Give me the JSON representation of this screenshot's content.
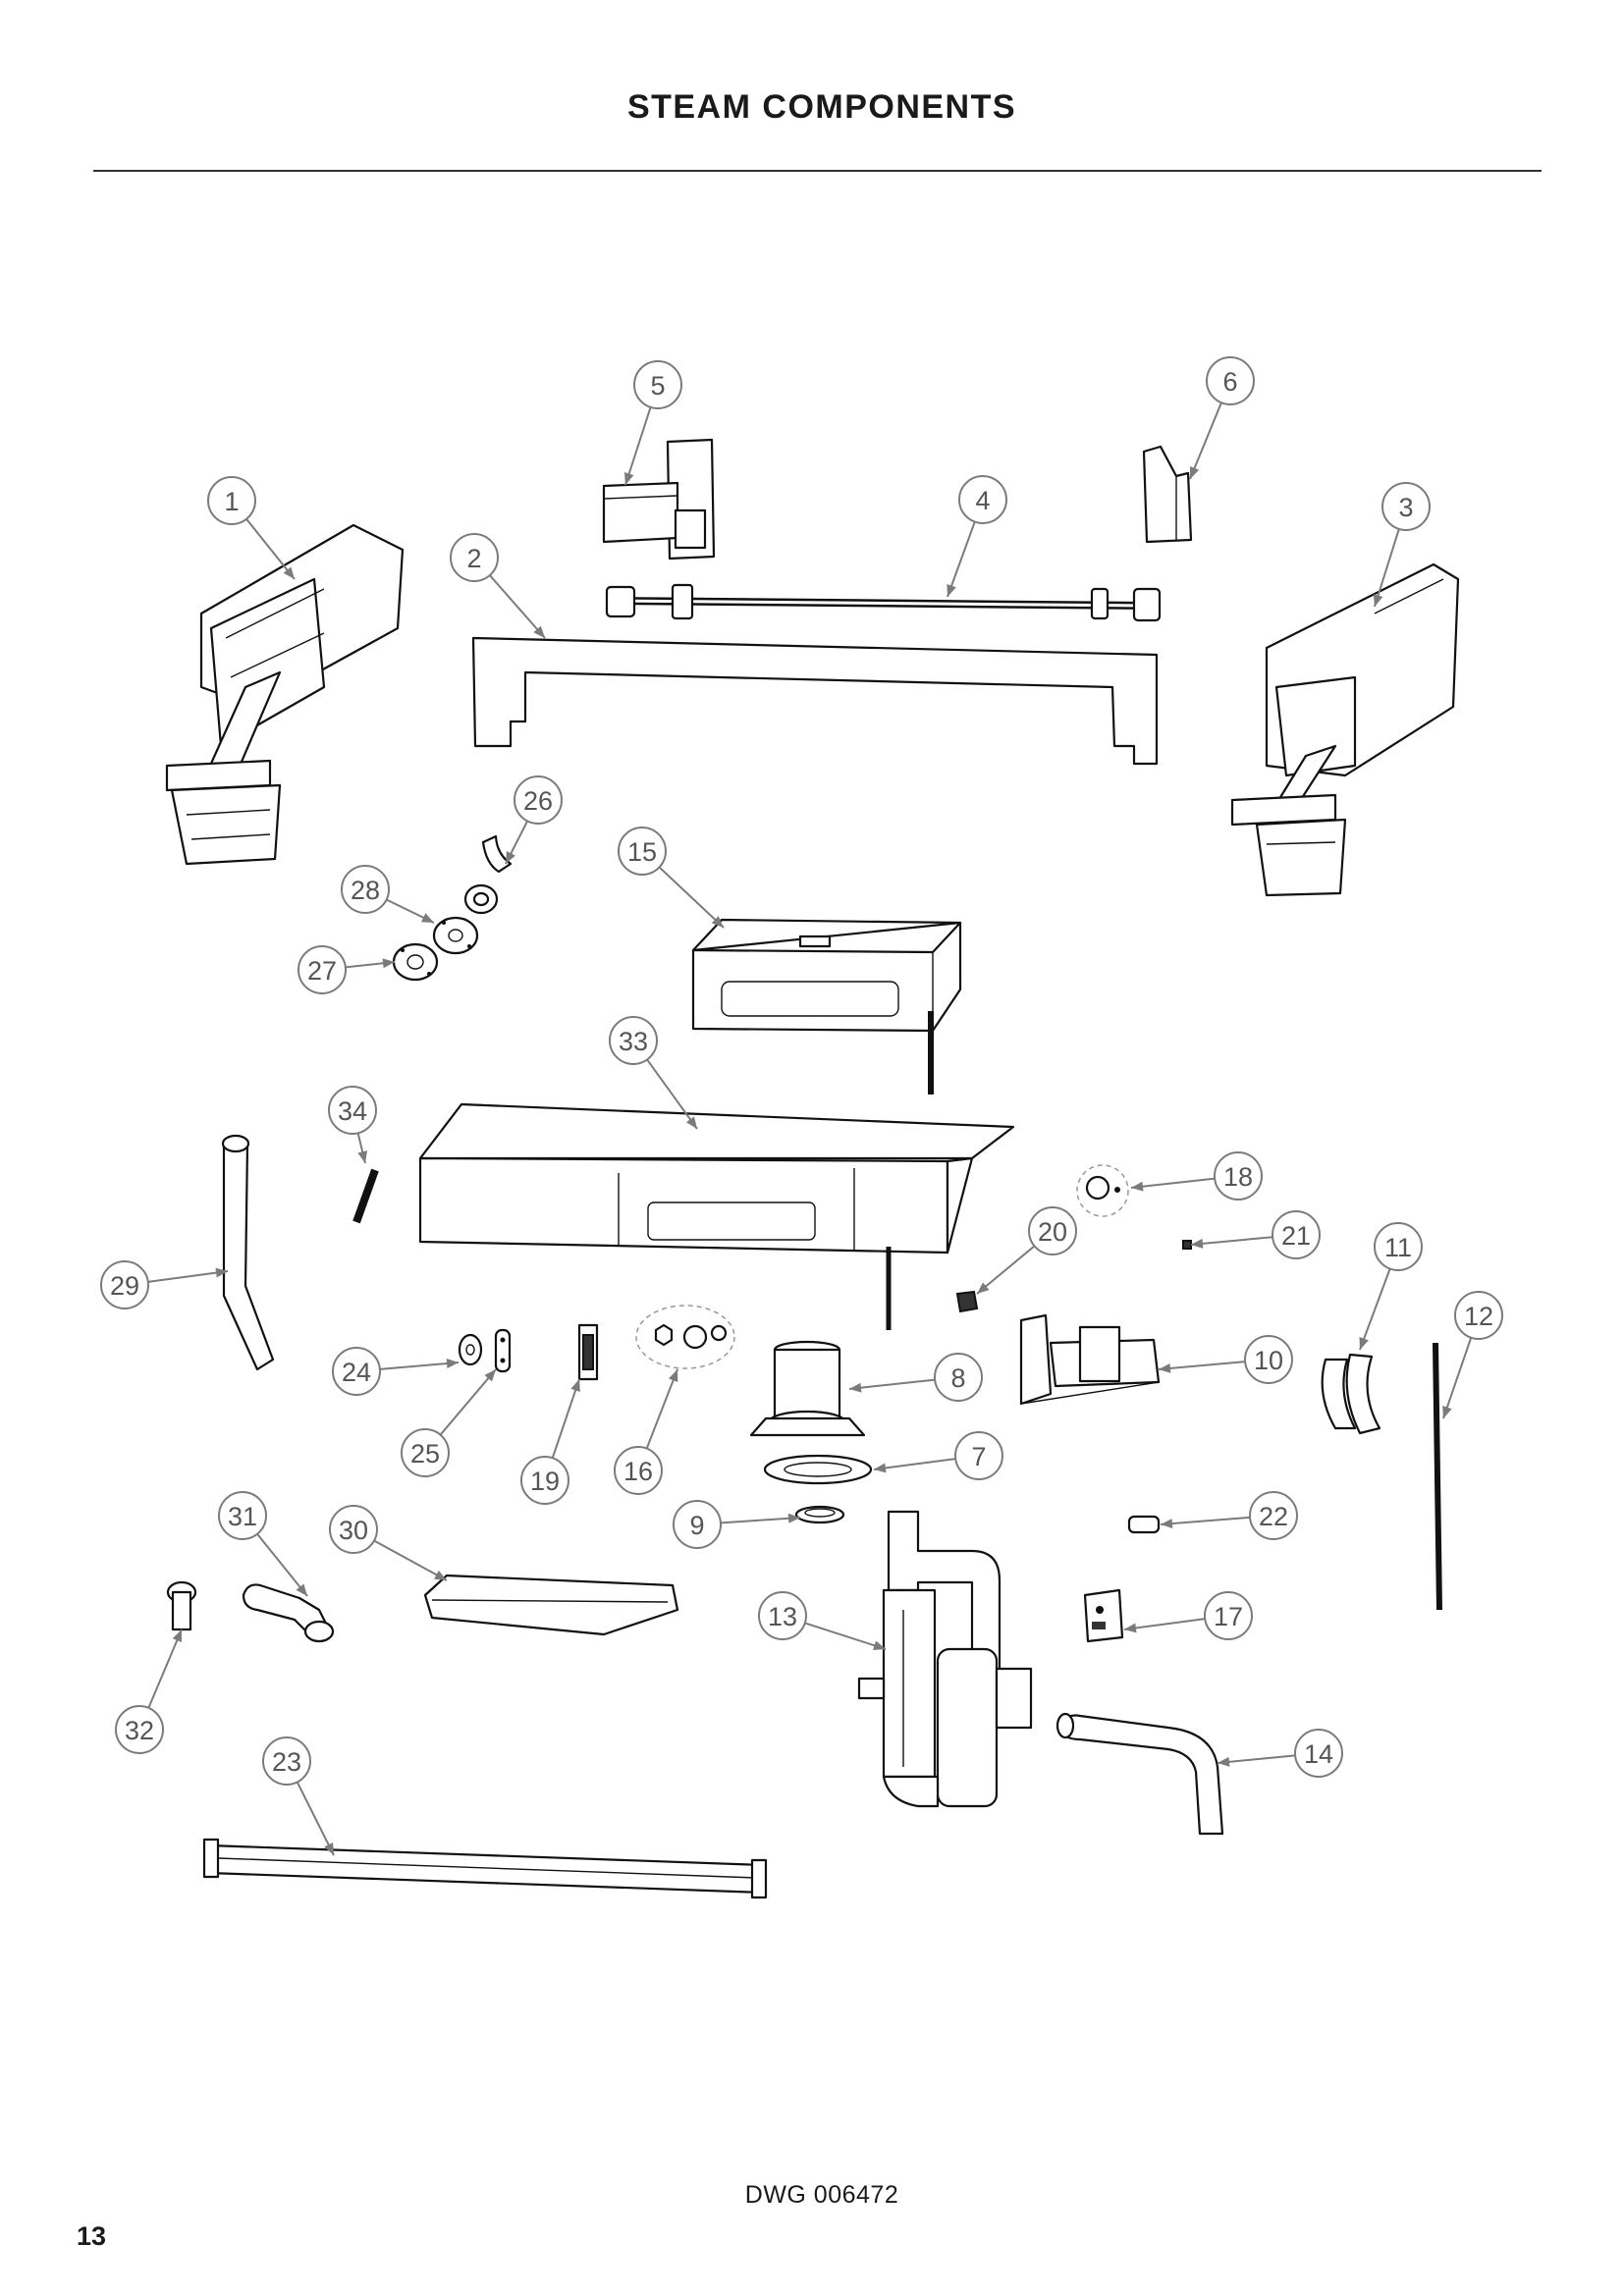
{
  "header": {
    "title": "STEAM COMPONENTS"
  },
  "footer": {
    "drawing_number": "DWG 006472",
    "page_number": "13"
  },
  "callouts": [
    {
      "label": "1"
    },
    {
      "label": "2"
    },
    {
      "label": "3"
    },
    {
      "label": "4"
    },
    {
      "label": "5"
    },
    {
      "label": "6"
    },
    {
      "label": "7"
    },
    {
      "label": "8"
    },
    {
      "label": "9"
    },
    {
      "label": "10"
    },
    {
      "label": "11"
    },
    {
      "label": "12"
    },
    {
      "label": "13"
    },
    {
      "label": "14"
    },
    {
      "label": "15"
    },
    {
      "label": "16"
    },
    {
      "label": "17"
    },
    {
      "label": "18"
    },
    {
      "label": "19"
    },
    {
      "label": "20"
    },
    {
      "label": "21"
    },
    {
      "label": "22"
    },
    {
      "label": "23"
    },
    {
      "label": "24"
    },
    {
      "label": "25"
    },
    {
      "label": "26"
    },
    {
      "label": "27"
    },
    {
      "label": "28"
    },
    {
      "label": "29"
    },
    {
      "label": "30"
    },
    {
      "label": "31"
    },
    {
      "label": "32"
    },
    {
      "label": "33"
    },
    {
      "label": "34"
    }
  ]
}
